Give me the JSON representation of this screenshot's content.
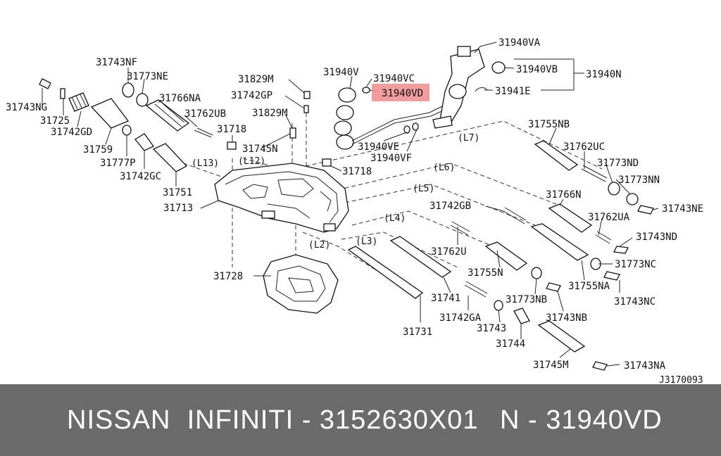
{
  "diagram": {
    "ref_code": "J3170093",
    "highlighted_part": "31940VD",
    "highlight_color": "#f08c8c",
    "labels": [
      {
        "id": "31940VA",
        "text": "31940VA"
      },
      {
        "id": "31940VB",
        "text": "31940VB"
      },
      {
        "id": "31940N",
        "text": "31940N"
      },
      {
        "id": "31940V",
        "text": "31940V"
      },
      {
        "id": "31940VC",
        "text": "31940VC"
      },
      {
        "id": "31940VD",
        "text": "31940VD"
      },
      {
        "id": "31941E",
        "text": "31941E"
      },
      {
        "id": "31940VE",
        "text": "31940VE"
      },
      {
        "id": "31940VF",
        "text": "31940VF"
      },
      {
        "id": "31743NF",
        "text": "31743NF"
      },
      {
        "id": "31773NE",
        "text": "31773NE"
      },
      {
        "id": "31766NA",
        "text": "31766NA"
      },
      {
        "id": "31743NG",
        "text": "31743NG"
      },
      {
        "id": "31725",
        "text": "31725"
      },
      {
        "id": "31742GD",
        "text": "31742GD"
      },
      {
        "id": "31762UB",
        "text": "31762UB"
      },
      {
        "id": "31829M_a",
        "text": "31829M"
      },
      {
        "id": "31742GP",
        "text": "31742GP"
      },
      {
        "id": "31829M_b",
        "text": "31829M"
      },
      {
        "id": "31718_a",
        "text": "31718"
      },
      {
        "id": "31745N",
        "text": "31745N"
      },
      {
        "id": "31759",
        "text": "31759"
      },
      {
        "id": "31777P",
        "text": "31777P"
      },
      {
        "id": "31742GC",
        "text": "31742GC"
      },
      {
        "id": "31751",
        "text": "31751"
      },
      {
        "id": "31713",
        "text": "31713"
      },
      {
        "id": "31718_b",
        "text": "31718"
      },
      {
        "id": "31728",
        "text": "31728"
      },
      {
        "id": "31755NB",
        "text": "31755NB"
      },
      {
        "id": "31762UC",
        "text": "31762UC"
      },
      {
        "id": "31773ND",
        "text": "31773ND"
      },
      {
        "id": "31773NN",
        "text": "31773NN"
      },
      {
        "id": "31743NE",
        "text": "31743NE"
      },
      {
        "id": "31766N",
        "text": "31766N"
      },
      {
        "id": "31742GB",
        "text": "31742GB"
      },
      {
        "id": "31762UA",
        "text": "31762UA"
      },
      {
        "id": "31743ND",
        "text": "31743ND"
      },
      {
        "id": "31762U",
        "text": "31762U"
      },
      {
        "id": "31755N",
        "text": "31755N"
      },
      {
        "id": "31773NC",
        "text": "31773NC"
      },
      {
        "id": "31755NA",
        "text": "31755NA"
      },
      {
        "id": "31743NC",
        "text": "31743NC"
      },
      {
        "id": "31741",
        "text": "31741"
      },
      {
        "id": "31773NB",
        "text": "31773NB"
      },
      {
        "id": "31743NB",
        "text": "31743NB"
      },
      {
        "id": "31742GA",
        "text": "31742GA"
      },
      {
        "id": "31743",
        "text": "31743"
      },
      {
        "id": "31744",
        "text": "31744"
      },
      {
        "id": "31731",
        "text": "31731"
      },
      {
        "id": "31745M",
        "text": "31745M"
      },
      {
        "id": "31743NA",
        "text": "31743NA"
      }
    ],
    "line_tags": [
      "(L7)",
      "(L6)",
      "(L5)",
      "(L4)",
      "(L3)",
      "(L2)",
      "(L13)",
      "(L12)"
    ]
  },
  "footer": {
    "brand": "NISSAN  INFINITI - 3152630X01",
    "part_number": "N - 31940VD",
    "background": "#6b6b6b"
  }
}
